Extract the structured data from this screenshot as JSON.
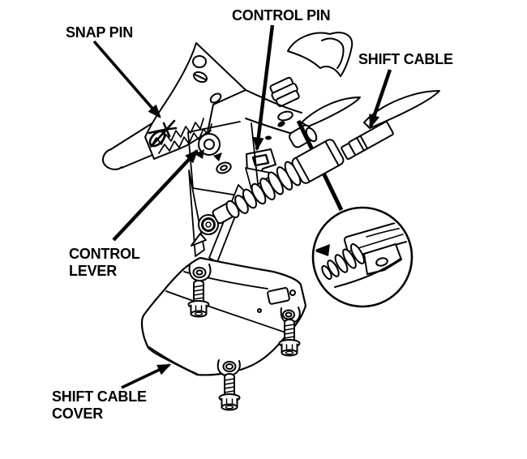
{
  "page": {
    "background_color": "#ffffff",
    "ink_color": "#000000",
    "kind": "exploded-parts-line-drawing"
  },
  "diagram": {
    "labels": {
      "snap_pin": "SNAP PIN",
      "control_pin": "CONTROL PIN",
      "shift_cable": "SHIFT CABLE",
      "control_lever": "CONTROL\nLEVER",
      "shift_cable_cover": "SHIFT CABLE\nCOVER"
    },
    "depicted_parts": [
      "snap pin",
      "control pin bracket",
      "control lever",
      "shift cable with bellows boot and eyelet end",
      "magnified cable-grommet detail circle",
      "shift cable cover",
      "three flange bolts"
    ],
    "bolt_count": 3
  }
}
